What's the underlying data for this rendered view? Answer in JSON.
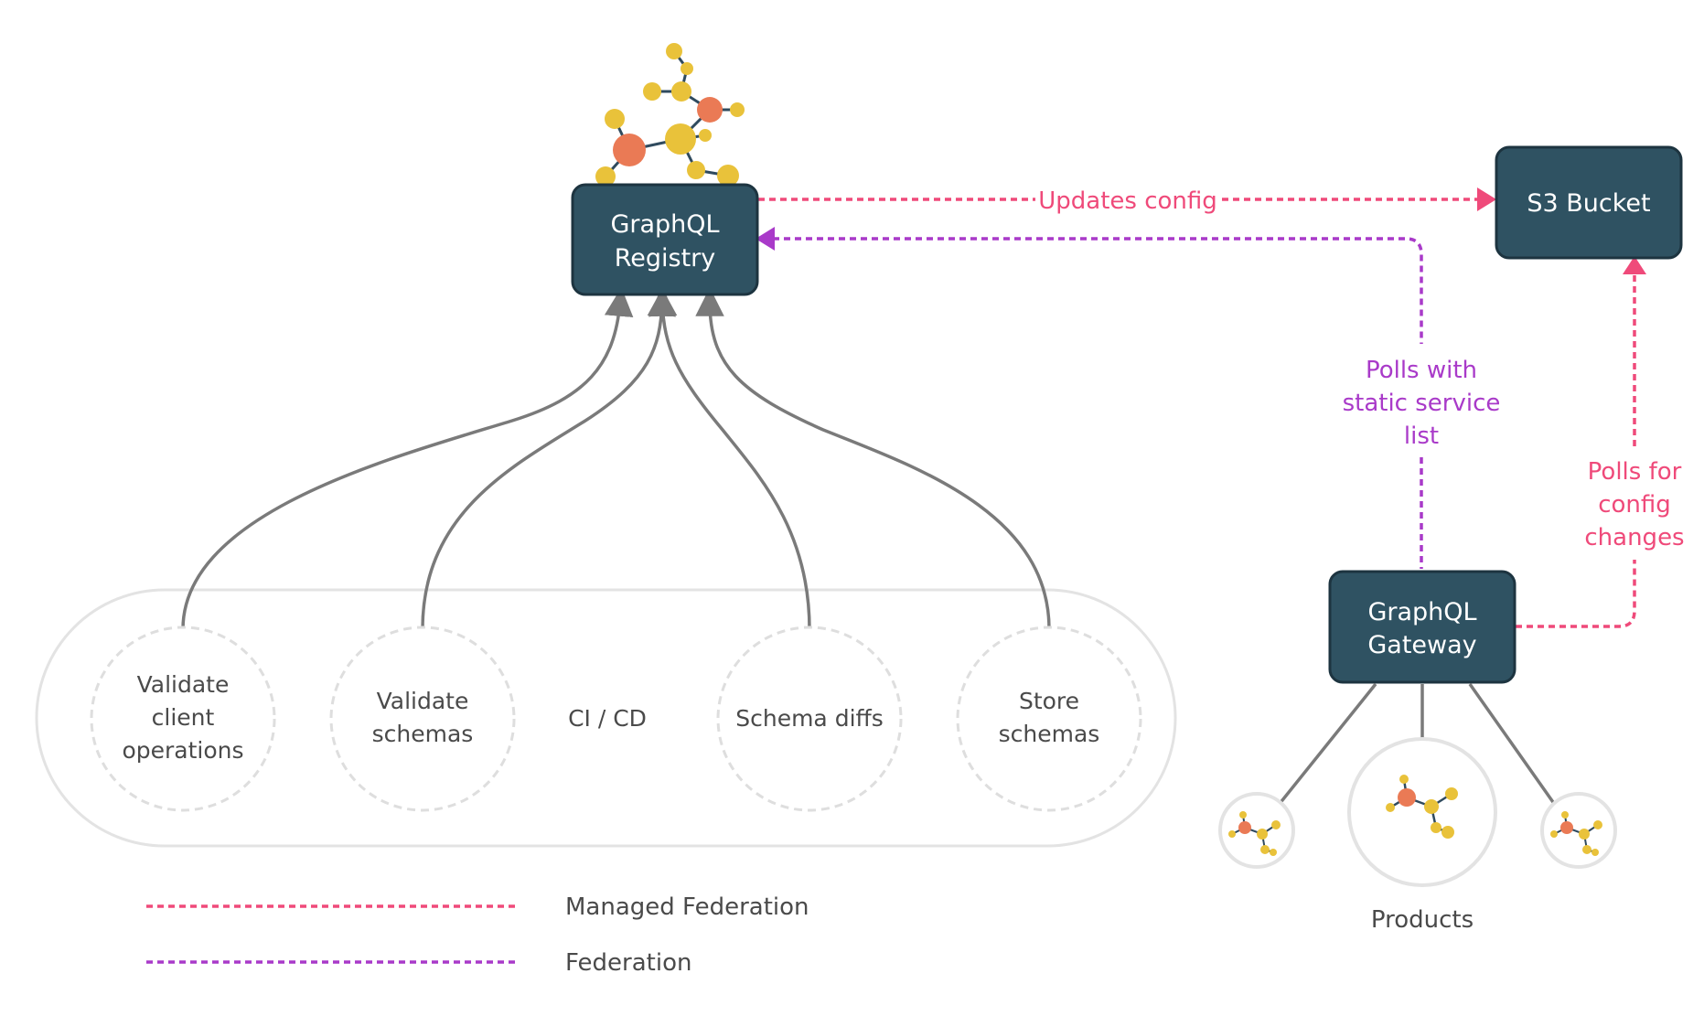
{
  "nodes": {
    "registry": {
      "line1": "GraphQL",
      "line2": "Registry"
    },
    "s3": {
      "label": "S3 Bucket"
    },
    "gateway": {
      "line1": "GraphQL",
      "line2": "Gateway"
    }
  },
  "edges": {
    "updates_config": "Updates config",
    "polls_static": {
      "line1": "Polls with",
      "line2": "static service",
      "line3": "list"
    },
    "polls_config": {
      "line1": "Polls for",
      "line2": "config",
      "line3": "changes"
    }
  },
  "cicd": {
    "label": "CI / CD",
    "steps": [
      {
        "lines": [
          "Validate",
          "client",
          "operations"
        ]
      },
      {
        "lines": [
          "Validate",
          "schemas"
        ]
      },
      {
        "lines": [
          "Schema diffs"
        ]
      },
      {
        "lines": [
          "Store",
          "schemas"
        ]
      }
    ]
  },
  "products": {
    "label": "Products"
  },
  "legend": {
    "items": [
      {
        "label": "Managed Federation",
        "color": "#ef4a7a"
      },
      {
        "label": "Federation",
        "color": "#a93ac9"
      }
    ]
  },
  "colors": {
    "node_fill": "#2f5262",
    "node_stroke": "#1d3440",
    "managed": "#ef4a7a",
    "federation": "#a93ac9",
    "arrow_gray": "#7a7a7a",
    "container_stroke": "#e3e3e3",
    "molecule_yellow": "#e9c23a",
    "molecule_orange": "#ea7a55"
  }
}
